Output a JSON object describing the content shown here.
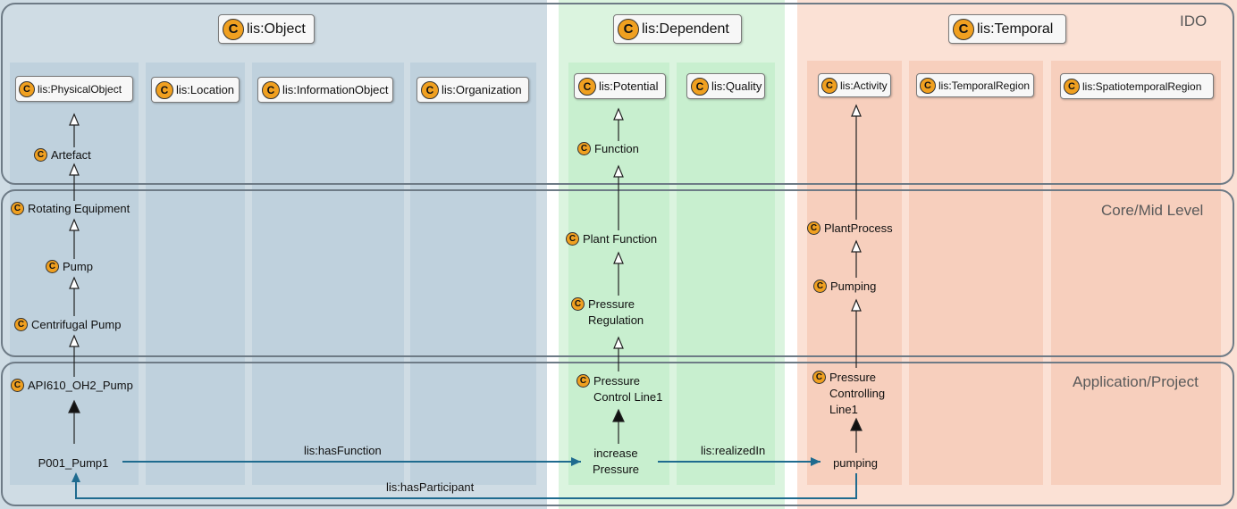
{
  "bands": {
    "object": {
      "header": "lis:Object",
      "bg": "#cfdce4"
    },
    "dependent": {
      "header": "lis:Dependent",
      "bg": "#dbf4df"
    },
    "temporal": {
      "header": "lis:Temporal",
      "bg": "#fbe1d5"
    }
  },
  "levels": {
    "ido": "IDO",
    "core": "Core/Mid Level",
    "app": "Application/Project"
  },
  "columns": {
    "physical_object": "lis:PhysicalObject",
    "location": "lis:Location",
    "information_object": "lis:InformationObject",
    "organization": "lis:Organization",
    "potential": "lis:Potential",
    "quality": "lis:Quality",
    "activity": "lis:Activity",
    "temporal_region": "lis:TemporalRegion",
    "spatiotemporal_region": "lis:SpatiotemporalRegion"
  },
  "classes": {
    "artefact": "Artefact",
    "rotating_equipment": "Rotating Equipment",
    "pump": "Pump",
    "centrifugal_pump": "Centrifugal Pump",
    "api610": "API610_OH2_Pump",
    "function": "Function",
    "plant_function": "Plant Function",
    "pressure_regulation": "Pressure Regulation",
    "pressure_control_line1": "Pressure Control Line1",
    "plant_process": "PlantProcess",
    "pumping": "Pumping",
    "pressure_controlling_line1": "Pressure Controlling Line1"
  },
  "individuals": {
    "p001": "P001_Pump1",
    "increase_pressure": "increase Pressure",
    "pumping_ind": "pumping"
  },
  "relations": {
    "has_function": "lis:hasFunction",
    "realized_in": "lis:realizedIn",
    "has_participant": "lis:hasParticipant"
  },
  "class_icon_glyph": "C",
  "colors": {
    "arrow": "#1f6b8f",
    "level_border": "#6e7b86",
    "class_icon": "#f0a020"
  }
}
